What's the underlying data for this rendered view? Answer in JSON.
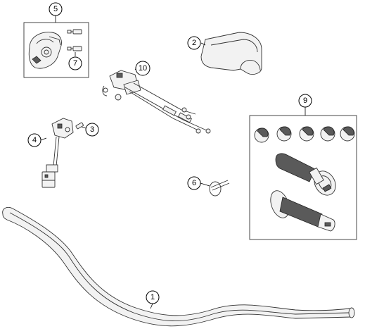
{
  "diagram": {
    "callouts": {
      "c1": "1",
      "c2": "2",
      "c3": "3",
      "c4": "4",
      "c5": "5",
      "c6": "6",
      "c7": "7",
      "c9": "9",
      "c10": "10"
    },
    "colors": {
      "line": "#333333",
      "fill": "#f2f2f2",
      "grip": "#5a5a5a",
      "background": "#ffffff"
    }
  }
}
